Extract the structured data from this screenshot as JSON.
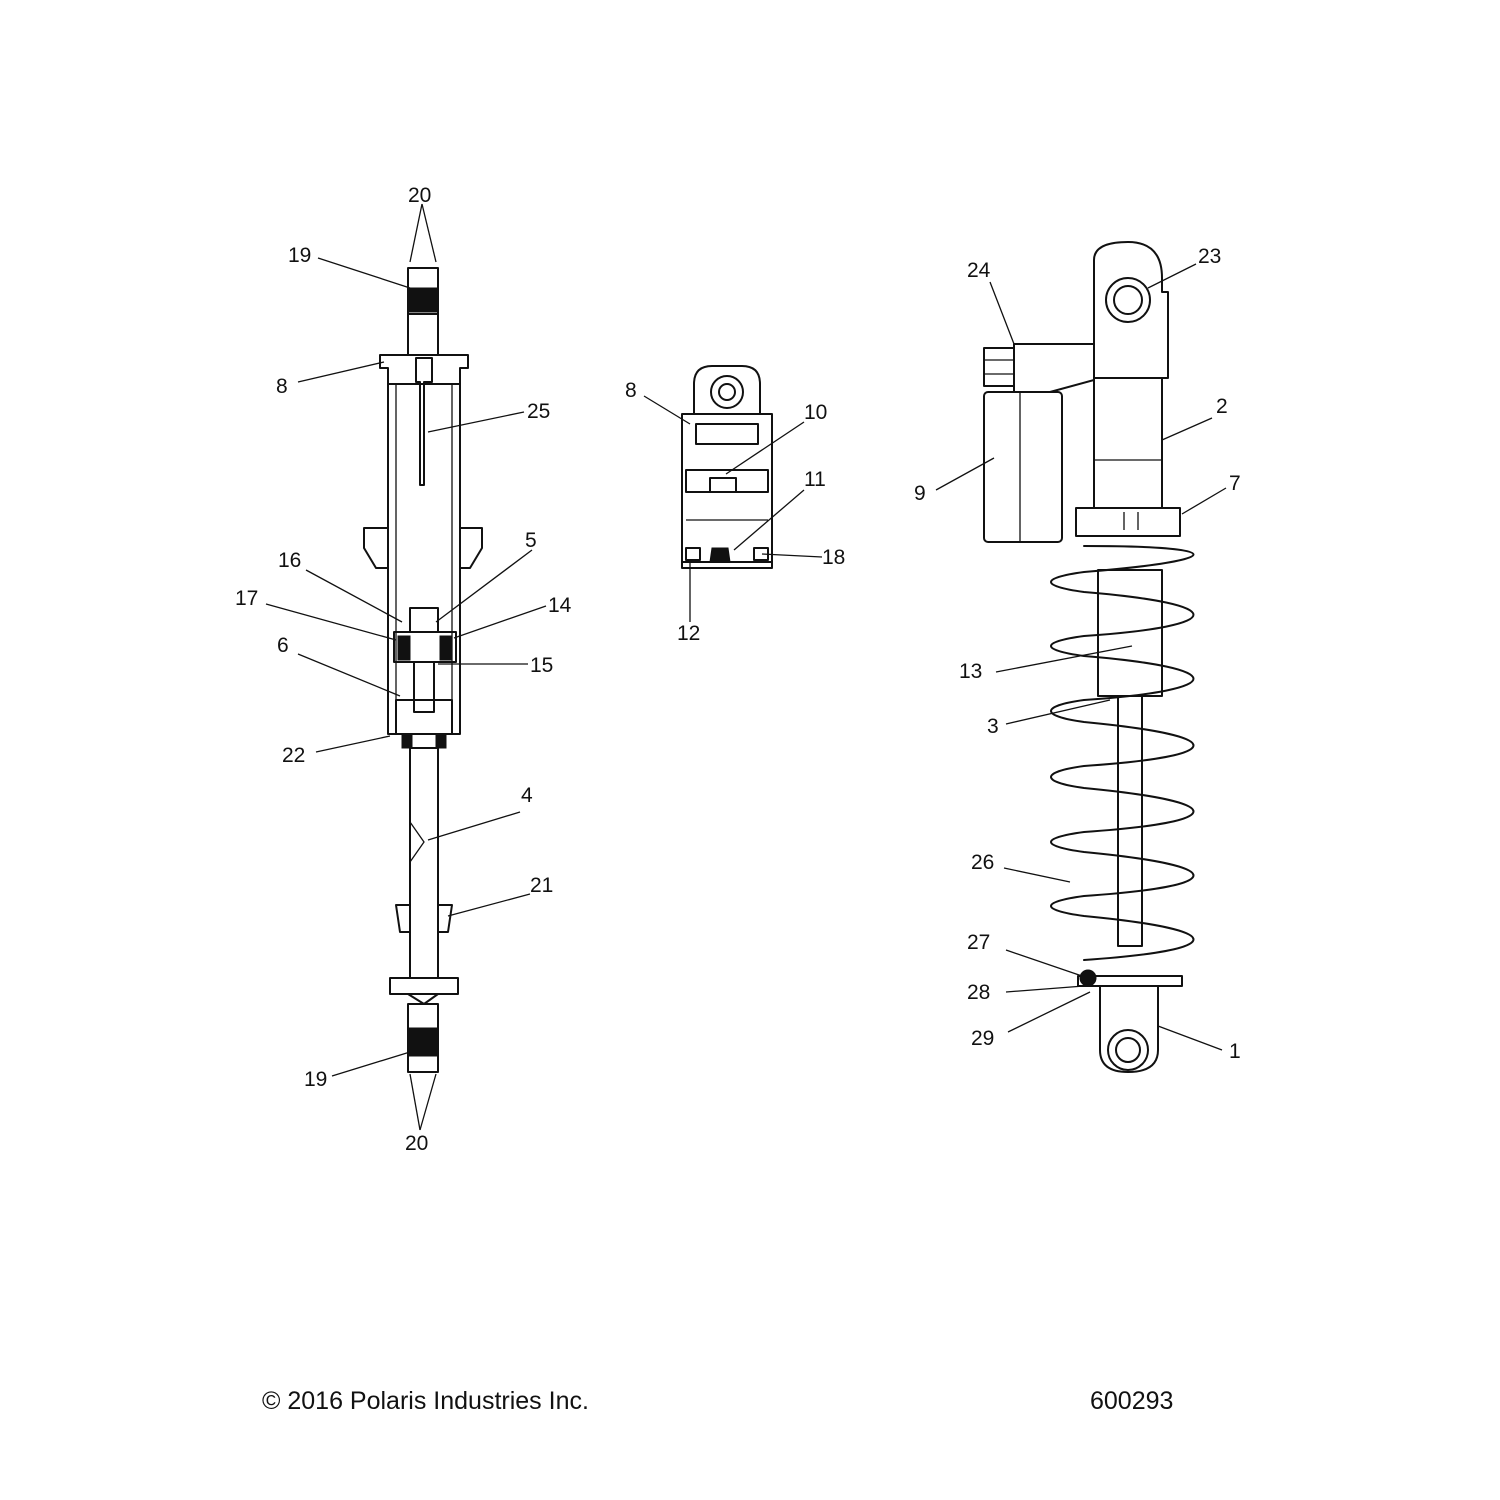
{
  "footer": {
    "copyright": "© 2016 Polaris Industries Inc.",
    "figure_number": "600293"
  },
  "callouts": {
    "c1": "1",
    "c2": "2",
    "c3": "3",
    "c4": "4",
    "c5": "5",
    "c6": "6",
    "c7": "7",
    "c8": "8",
    "c9": "9",
    "c10": "10",
    "c11": "11",
    "c12": "12",
    "c13": "13",
    "c14": "14",
    "c15": "15",
    "c16": "16",
    "c17": "17",
    "c18": "18",
    "c19": "19",
    "c20": "20",
    "c21": "21",
    "c22": "22",
    "c23": "23",
    "c24": "24",
    "c25": "25",
    "c26": "26",
    "c27": "27",
    "c28": "28",
    "c29": "29"
  }
}
